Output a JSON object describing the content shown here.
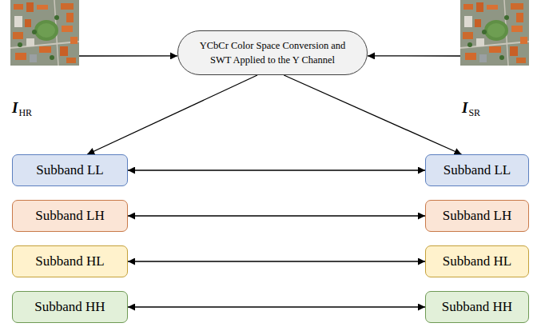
{
  "diagram": {
    "nodes": [
      {
        "text": [
          "I",
          "HR"
        ]
      },
      {
        "text": [
          "YCbCr Color Space Conversion and SWT Applied to the Y Channel"
        ]
      },
      {
        "text": [
          "I",
          "SR"
        ]
      },
      {
        "text": [
          "Subband LL"
        ]
      },
      {
        "text": [
          "Subband LL"
        ]
      },
      {
        "text": [
          "Subband LH"
        ]
      },
      {
        "text": [
          "Subband LH"
        ]
      },
      {
        "text": [
          "Subband HL"
        ]
      },
      {
        "text": [
          "Subband HL"
        ]
      },
      {
        "text": [
          "Subband HH"
        ]
      },
      {
        "text": [
          "Subband HH"
        ]
      }
    ],
    "edges": [
      {
        "from": 0,
        "to": 1,
        "arrow": "to"
      },
      {
        "from": 2,
        "to": 1,
        "arrow": "to"
      },
      {
        "from": 1,
        "to": 3,
        "arrow": "to"
      },
      {
        "from": 1,
        "to": 4,
        "arrow": "to"
      },
      {
        "from": 3,
        "to": 4,
        "arrow": "both"
      },
      {
        "from": 5,
        "to": 6,
        "arrow": "both"
      },
      {
        "from": 7,
        "to": 8,
        "arrow": "both"
      },
      {
        "from": 9,
        "to": 10,
        "arrow": "both"
      }
    ]
  }
}
